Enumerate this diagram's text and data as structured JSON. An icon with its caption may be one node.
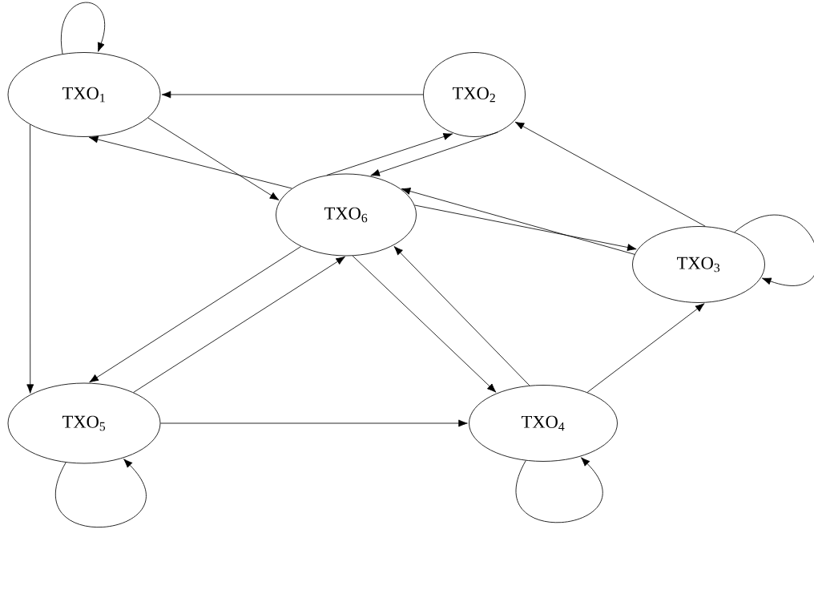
{
  "diagram": {
    "nodes": [
      {
        "text": [
          "TXO$_{1}$"
        ]
      },
      {
        "text": [
          "TXO$_{2}$"
        ]
      },
      {
        "text": [
          "TXO$_{6}$"
        ]
      },
      {
        "text": [
          "TXO$_{3}$"
        ]
      },
      {
        "text": [
          "TXO$_{5}$"
        ]
      },
      {
        "text": [
          "TXO$_{4}$"
        ]
      }
    ],
    "edges": [
      {
        "from": 0,
        "to": 0,
        "arrow": "to"
      },
      {
        "from": 1,
        "to": 0,
        "arrow": "to"
      },
      {
        "from": 0,
        "to": 2,
        "arrow": "to"
      },
      {
        "from": 2,
        "to": 0,
        "arrow": "to"
      },
      {
        "from": 2,
        "to": 1,
        "arrow": "to"
      },
      {
        "from": 1,
        "to": 2,
        "arrow": "to"
      },
      {
        "from": 3,
        "to": 1,
        "arrow": "to"
      },
      {
        "from": 3,
        "to": 2,
        "arrow": "to"
      },
      {
        "from": 2,
        "to": 3,
        "arrow": "to"
      },
      {
        "from": 3,
        "to": 3,
        "arrow": "to"
      },
      {
        "from": 5,
        "to": 3,
        "arrow": "to"
      },
      {
        "from": 2,
        "to": 5,
        "arrow": "to"
      },
      {
        "from": 5,
        "to": 2,
        "arrow": "to"
      },
      {
        "from": 2,
        "to": 4,
        "arrow": "to"
      },
      {
        "from": 4,
        "to": 2,
        "arrow": "to"
      },
      {
        "from": 0,
        "to": 4,
        "arrow": "to"
      },
      {
        "from": 4,
        "to": 5,
        "arrow": "to"
      },
      {
        "from": 4,
        "to": 4,
        "arrow": "to"
      },
      {
        "from": 5,
        "to": 5,
        "arrow": "to"
      }
    ]
  }
}
